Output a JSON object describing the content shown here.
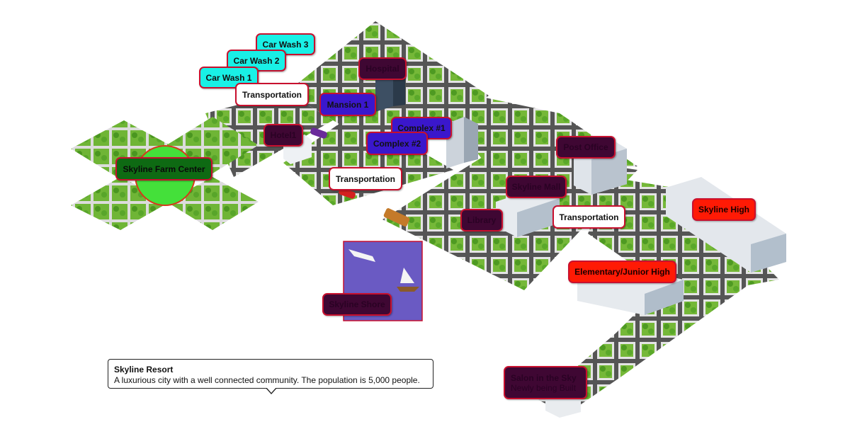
{
  "labels": {
    "car_wash_3": "Car Wash 3",
    "car_wash_2": "Car Wash 2",
    "car_wash_1": "Car Wash 1",
    "transportation_1": "Transportation",
    "hospital": "Hospital",
    "mansion_1": "Mansion 1",
    "hotel_1": "Hotel1",
    "complex_1": "Complex #1",
    "complex_2": "Complex #2",
    "transportation_2": "Transportation",
    "post_office": "Post Office",
    "farm_center": "Skyline Farm Center",
    "skyline_mall": "Skyline Mall",
    "transportation_3": "Transportation",
    "library": "Library",
    "skyline_high": "Skyline High",
    "elementary": "Elementary/Junior High",
    "skyline_shore": "Skyline Shore",
    "salon_title": "Salon in the Sky",
    "salon_sub": "Newly being Built"
  },
  "tooltip": {
    "title": "Skyline Resort",
    "body": "A luxurious city with a well connected community. The population is 5,000 people."
  },
  "colors": {
    "tag_border": "#c8102e",
    "cyan": "#19f0e6",
    "blue": "#3a17cc",
    "maroon": "#3f0733",
    "red": "#ff1a05",
    "green": "#0e6a13",
    "water": "#6a5ac3",
    "grass": "#7cc43a",
    "road": "#5a5a5a"
  }
}
